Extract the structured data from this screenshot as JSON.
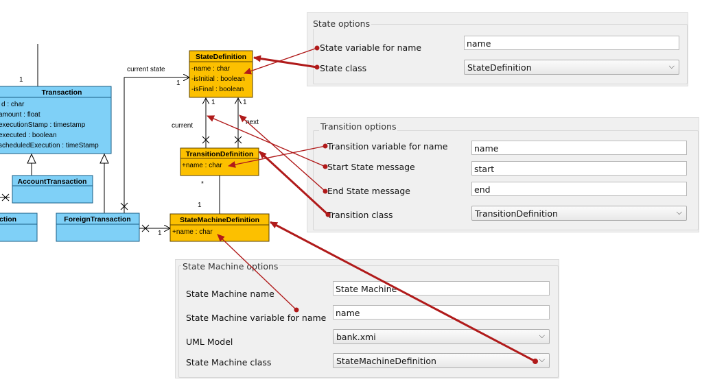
{
  "diagram": {
    "classes": {
      "transaction": {
        "name": "Transaction",
        "attrs": [
          "d : char",
          "amount : float",
          "executionStamp : timestamp",
          "executed : boolean",
          "scheduledExecution : timeStamp"
        ]
      },
      "account_transaction": {
        "name": "AccountTransaction"
      },
      "left_partial": {
        "name": "ction"
      },
      "foreign_transaction": {
        "name": "ForeignTransaction"
      },
      "state_definition": {
        "name": "StateDefinition",
        "attrs": [
          "-name : char",
          "-isInitial : boolean",
          "-isFinal : boolean"
        ]
      },
      "transition_definition": {
        "name": "TransitionDefinition",
        "attrs": [
          "+name : char"
        ]
      },
      "state_machine_definition": {
        "name": "StateMachineDefinition",
        "attrs": [
          "+name : char"
        ]
      }
    },
    "labels": {
      "current_state": "current state",
      "current": "current",
      "next": "next",
      "m_1_transaction_top": "1",
      "m_1_state_left": "1",
      "m_1_current": "1",
      "m_1_next": "1",
      "m_star_transition": "*",
      "m_1_statemachine_top": "1",
      "m_1_statemachine_left": "1"
    },
    "colors": {
      "blue_class": "#7fd0f7",
      "orange_class": "#fcc000",
      "arrow": "#b01a1a"
    }
  },
  "state_options": {
    "legend": "State options",
    "state_variable_label": "State variable for name",
    "state_variable_value": "name",
    "state_class_label": "State class",
    "state_class_value": "StateDefinition"
  },
  "transition_options": {
    "legend": "Transition options",
    "transition_variable_label": "Transition variable for name",
    "transition_variable_value": "name",
    "start_state_label": "Start State message",
    "start_state_value": "start",
    "end_state_label": "End State message",
    "end_state_value": "end",
    "transition_class_label": "Transition class",
    "transition_class_value": "TransitionDefinition"
  },
  "state_machine_options": {
    "legend": "State Machine options",
    "sm_name_label": "State Machine name",
    "sm_name_value": "State Machine",
    "sm_variable_label": "State Machine variable for name",
    "sm_variable_value": "name",
    "uml_model_label": "UML Model",
    "uml_model_value": "bank.xmi",
    "sm_class_label": "State Machine class",
    "sm_class_value": "StateMachineDefinition"
  }
}
